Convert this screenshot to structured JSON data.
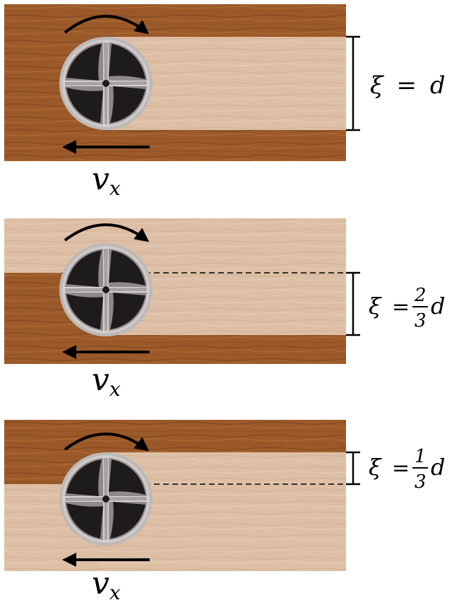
{
  "panels": [
    {
      "id": "full",
      "velocity": {
        "symbol": "v",
        "subscript": "x"
      },
      "engagement": {
        "lhs": "ξ",
        "eq": "=",
        "num": "",
        "den": "",
        "var": "d"
      }
    },
    {
      "id": "two-thirds",
      "velocity": {
        "symbol": "v",
        "subscript": "x"
      },
      "engagement": {
        "lhs": "ξ",
        "eq": "=",
        "num": "2",
        "den": "3",
        "var": "d"
      }
    },
    {
      "id": "one-third",
      "velocity": {
        "symbol": "v",
        "subscript": "x"
      },
      "engagement": {
        "lhs": "ξ",
        "eq": "=",
        "num": "1",
        "den": "3",
        "var": "d"
      }
    }
  ],
  "colors": {
    "dark_wood": "#9c5a2a",
    "light_wood": "#ddbfa5",
    "cutter_body": "#1e1b1c",
    "cutter_rim": "#b9b6b6",
    "arrow": "#000000"
  }
}
